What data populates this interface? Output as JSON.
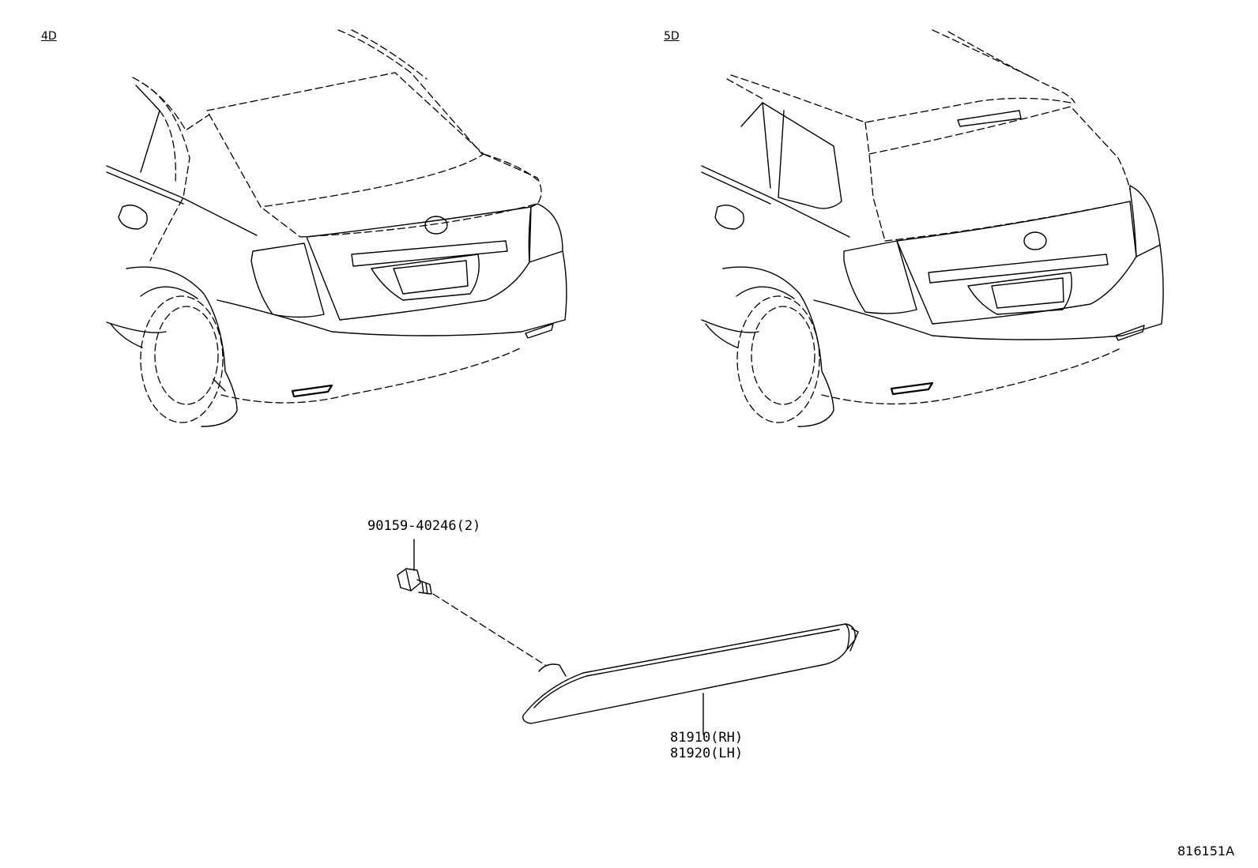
{
  "views": {
    "sedan_tag": "4D",
    "wagon_tag": "5D"
  },
  "parts": {
    "bolt_part_number": "90159-40246(2)",
    "reflector_rh": "81910(RH)",
    "reflector_lh": "81920(LH)"
  },
  "illustration_id": "816151A"
}
